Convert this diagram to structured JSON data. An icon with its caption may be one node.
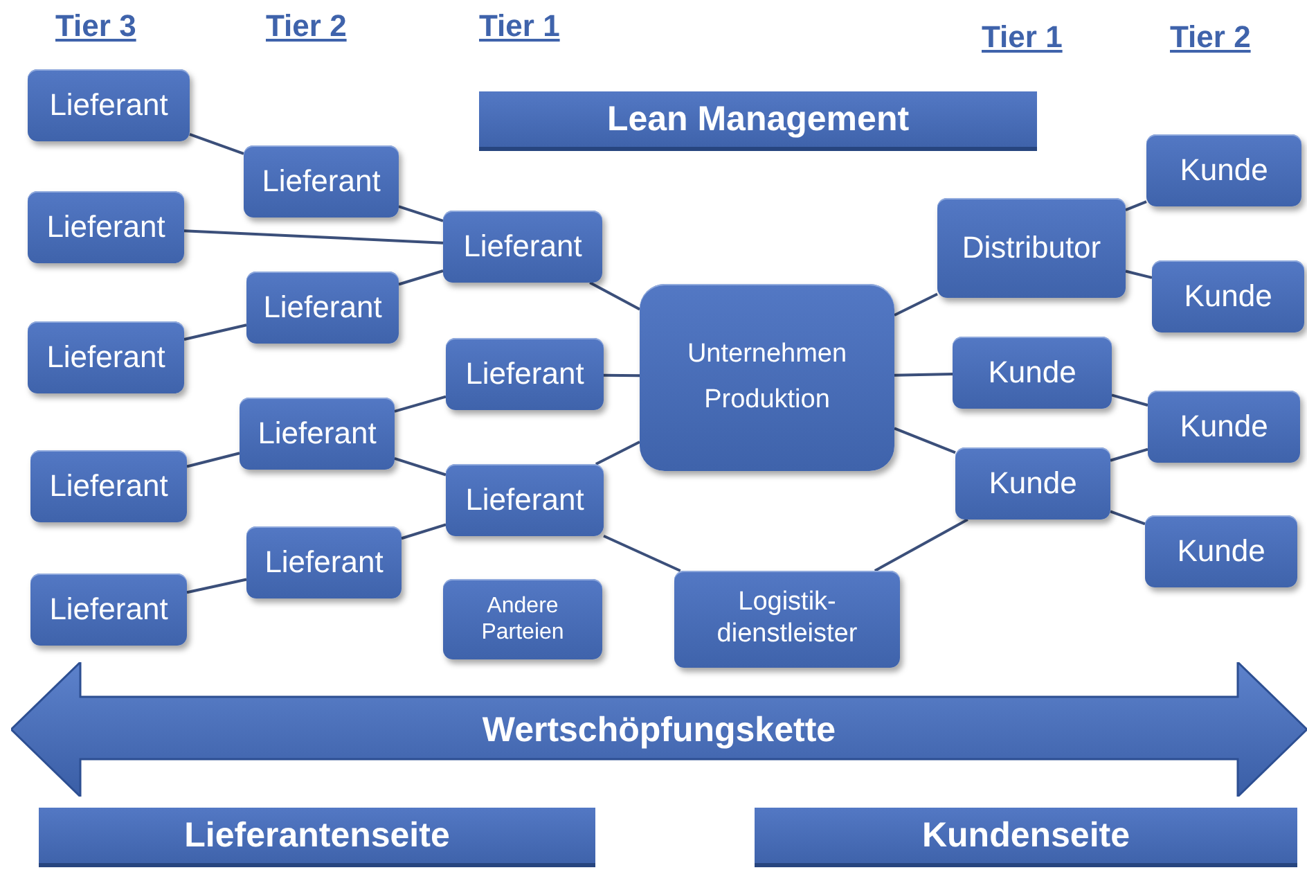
{
  "diagram": {
    "nodes": [
      {
        "text": [
          "Lieferant"
        ]
      },
      {
        "text": [
          "Lieferant"
        ]
      },
      {
        "text": [
          "Lieferant"
        ]
      },
      {
        "text": [
          "Lieferant"
        ]
      },
      {
        "text": [
          "Lieferant"
        ]
      },
      {
        "text": [
          "Lieferant"
        ]
      },
      {
        "text": [
          "Lieferant"
        ]
      },
      {
        "text": [
          "Lieferant"
        ]
      },
      {
        "text": [
          "Lieferant"
        ]
      },
      {
        "text": [
          "Lieferant"
        ]
      },
      {
        "text": [
          "Lieferant"
        ]
      },
      {
        "text": [
          "Lieferant"
        ]
      },
      {
        "text": [
          "Andere Parteien"
        ]
      },
      {
        "text": [
          "Unternehmen Produktion"
        ]
      },
      {
        "text": [
          "Logistik- dienstleister"
        ]
      },
      {
        "text": [
          "Distributor"
        ]
      },
      {
        "text": [
          "Kunde"
        ]
      },
      {
        "text": [
          "Kunde"
        ]
      },
      {
        "text": [
          "Kunde"
        ]
      },
      {
        "text": [
          "Kunde"
        ]
      },
      {
        "text": [
          "Kunde"
        ]
      },
      {
        "text": [
          "Kunde"
        ]
      },
      {
        "text": [
          "Lean Management"
        ]
      },
      {
        "text": [
          "Wertschöpfungskette"
        ]
      },
      {
        "text": [
          "Lieferantenseite"
        ]
      },
      {
        "text": [
          "Kundenseite"
        ]
      }
    ],
    "edges": [
      {
        "from": 0,
        "to": 1,
        "arrow": "none"
      },
      {
        "from": 1,
        "to": 3,
        "arrow": "none"
      },
      {
        "from": 2,
        "to": 3,
        "arrow": "none"
      },
      {
        "from": 4,
        "to": 3,
        "arrow": "none"
      },
      {
        "from": 5,
        "to": 4,
        "arrow": "none"
      },
      {
        "from": 3,
        "to": 13,
        "arrow": "none"
      },
      {
        "from": 6,
        "to": 13,
        "arrow": "none"
      },
      {
        "from": 9,
        "to": 13,
        "arrow": "none"
      },
      {
        "from": 7,
        "to": 6,
        "arrow": "none"
      },
      {
        "from": 7,
        "to": 9,
        "arrow": "none"
      },
      {
        "from": 8,
        "to": 7,
        "arrow": "none"
      },
      {
        "from": 10,
        "to": 9,
        "arrow": "none"
      },
      {
        "from": 11,
        "to": 10,
        "arrow": "none"
      },
      {
        "from": 9,
        "to": 14,
        "arrow": "none"
      },
      {
        "from": 13,
        "to": 15,
        "arrow": "none"
      },
      {
        "from": 13,
        "to": 18,
        "arrow": "none"
      },
      {
        "from": 13,
        "to": 20,
        "arrow": "none"
      },
      {
        "from": 14,
        "to": 20,
        "arrow": "none"
      },
      {
        "from": 15,
        "to": 16,
        "arrow": "none"
      },
      {
        "from": 15,
        "to": 17,
        "arrow": "none"
      },
      {
        "from": 18,
        "to": 19,
        "arrow": "none"
      },
      {
        "from": 20,
        "to": 19,
        "arrow": "none"
      },
      {
        "from": 20,
        "to": 21,
        "arrow": "none"
      }
    ],
    "labels": [
      "Tier 3",
      "Tier 2",
      "Tier 1",
      "Tier 1",
      "Tier 2"
    ]
  }
}
